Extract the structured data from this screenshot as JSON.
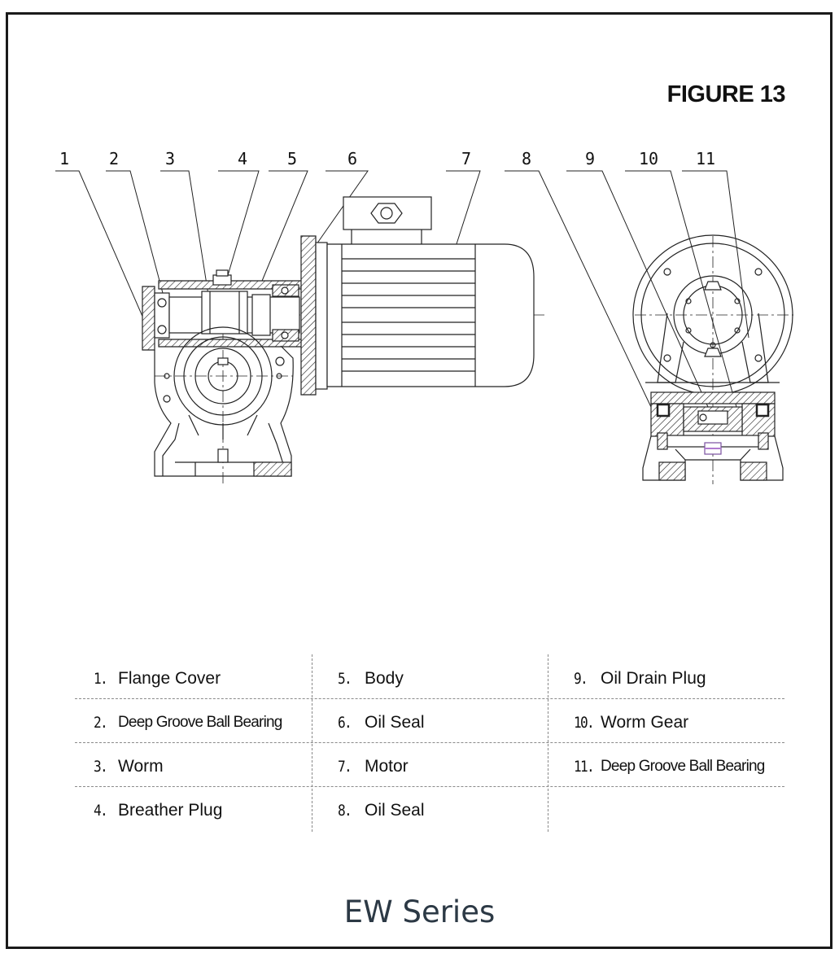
{
  "figure_title": "FIGURE 13",
  "series_title": "EW Series",
  "callouts": [
    "1",
    "2",
    "3",
    "4",
    "5",
    "6",
    "7",
    "8",
    "9",
    "10",
    "11"
  ],
  "legend": {
    "col1": [
      {
        "num": "1.",
        "label": "Flange Cover"
      },
      {
        "num": "2.",
        "label": "Deep Groove Ball Bearing"
      },
      {
        "num": "3.",
        "label": "Worm"
      },
      {
        "num": "4.",
        "label": "Breather Plug"
      }
    ],
    "col2": [
      {
        "num": "5.",
        "label": "Body"
      },
      {
        "num": "6.",
        "label": "Oil Seal"
      },
      {
        "num": "7.",
        "label": "Motor"
      },
      {
        "num": "8.",
        "label": "Oil Seal"
      }
    ],
    "col3": [
      {
        "num": "9.",
        "label": "Oil Drain Plug"
      },
      {
        "num": "10.",
        "label": "Worm Gear"
      },
      {
        "num": "11.",
        "label": "Deep Groove Ball Bearing"
      }
    ]
  },
  "colors": {
    "frame": "#1a1a1a",
    "ink": "#111111",
    "series_title": "#2c3945",
    "divider": "#8a8a8a",
    "plug_accent": "#b07ad0"
  }
}
